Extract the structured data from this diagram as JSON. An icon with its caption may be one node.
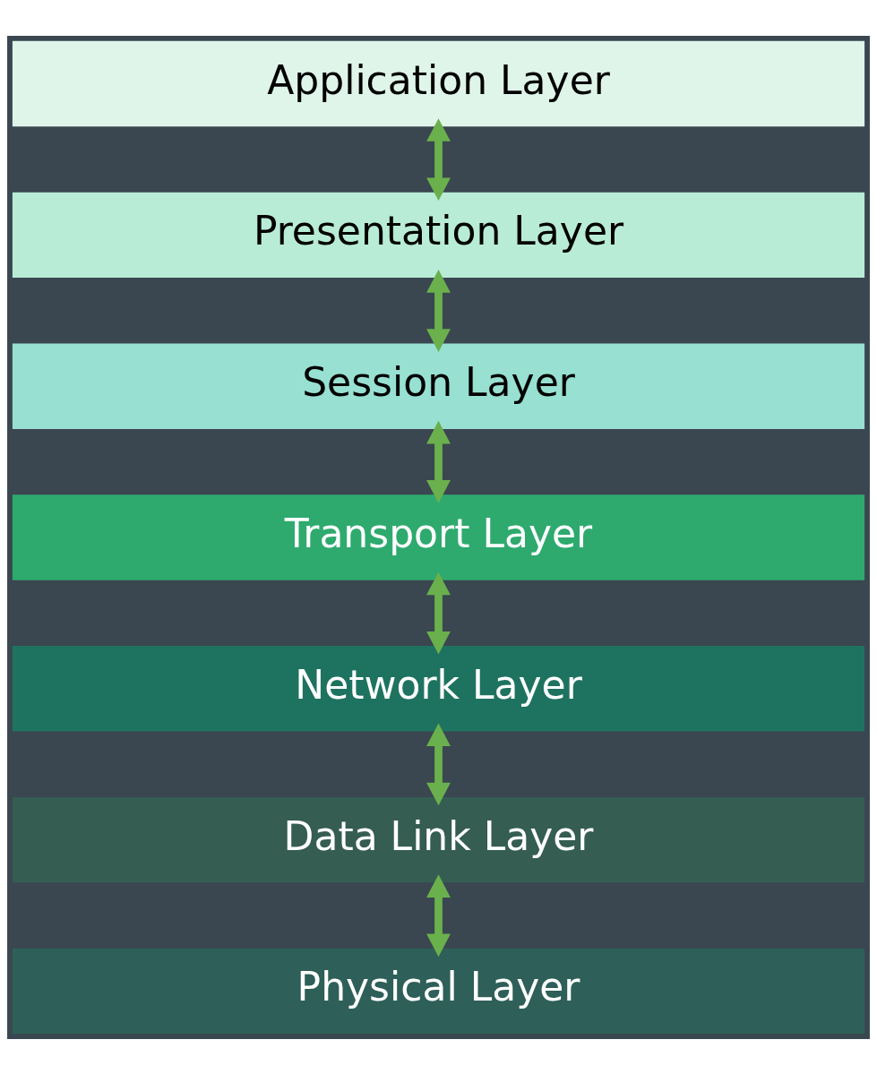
{
  "diagram": {
    "nodes": [
      {
        "text": [
          "Application Layer"
        ]
      },
      {
        "text": [
          "Presentation Layer"
        ]
      },
      {
        "text": [
          "Session Layer"
        ]
      },
      {
        "text": [
          "Transport Layer"
        ]
      },
      {
        "text": [
          "Network Layer"
        ]
      },
      {
        "text": [
          "Data Link Layer"
        ]
      },
      {
        "text": [
          "Physical Layer"
        ]
      }
    ],
    "edges": [
      {
        "from": 0,
        "to": 1,
        "arrow": "both"
      },
      {
        "from": 1,
        "to": 2,
        "arrow": "both"
      },
      {
        "from": 2,
        "to": 3,
        "arrow": "both"
      },
      {
        "from": 3,
        "to": 4,
        "arrow": "both"
      },
      {
        "from": 4,
        "to": 5,
        "arrow": "both"
      },
      {
        "from": 5,
        "to": 6,
        "arrow": "both"
      }
    ]
  }
}
